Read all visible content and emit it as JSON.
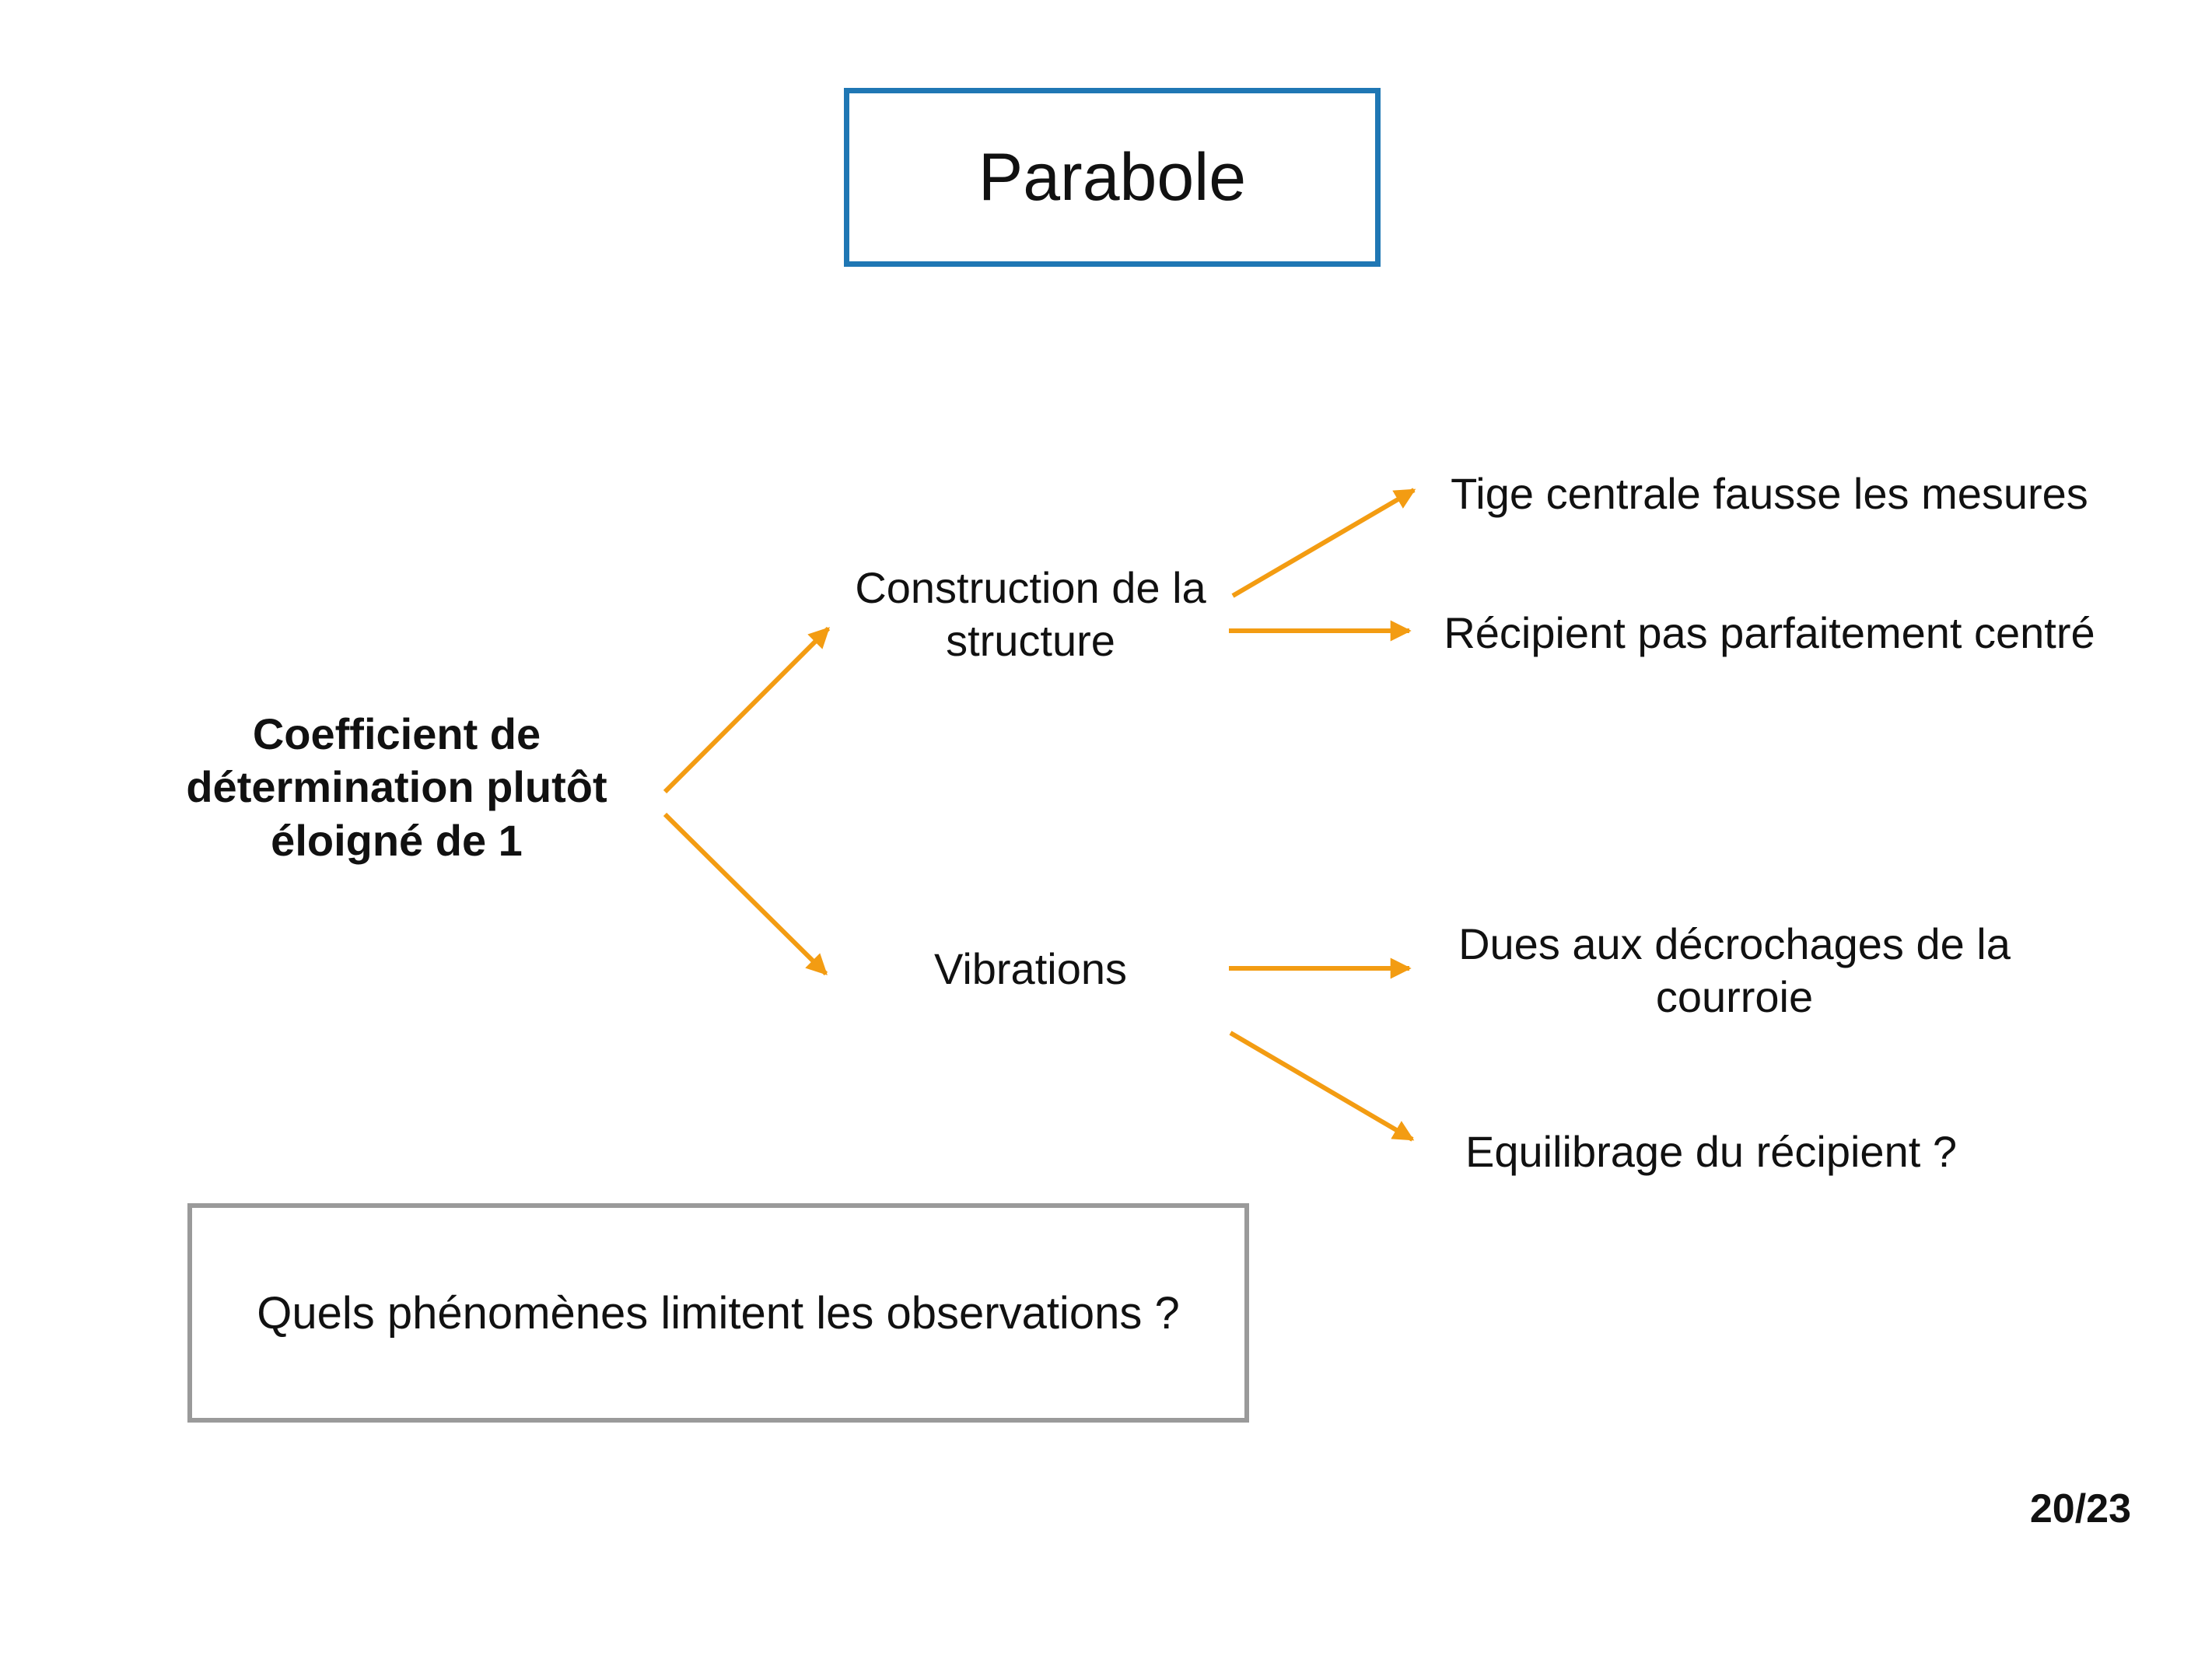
{
  "slide": {
    "title": "Parabole",
    "question": "Quels phénomènes limitent les observations ?",
    "page_number": "20/23"
  },
  "diagram": {
    "root": "Coefficient de détermination plutôt éloigné de 1",
    "branches": [
      {
        "label": "Construction de la structure",
        "causes": [
          "Tige centrale fausse les mesures",
          "Récipient pas parfaitement centré"
        ]
      },
      {
        "label": "Vibrations",
        "causes": [
          "Dues aux décrochages de la courroie",
          "Equilibrage du récipient ?"
        ]
      }
    ]
  },
  "colors": {
    "title_border": "#1f77b4",
    "question_border": "#9a9a9a",
    "arrow": "#f39c12",
    "text": "#111111"
  }
}
